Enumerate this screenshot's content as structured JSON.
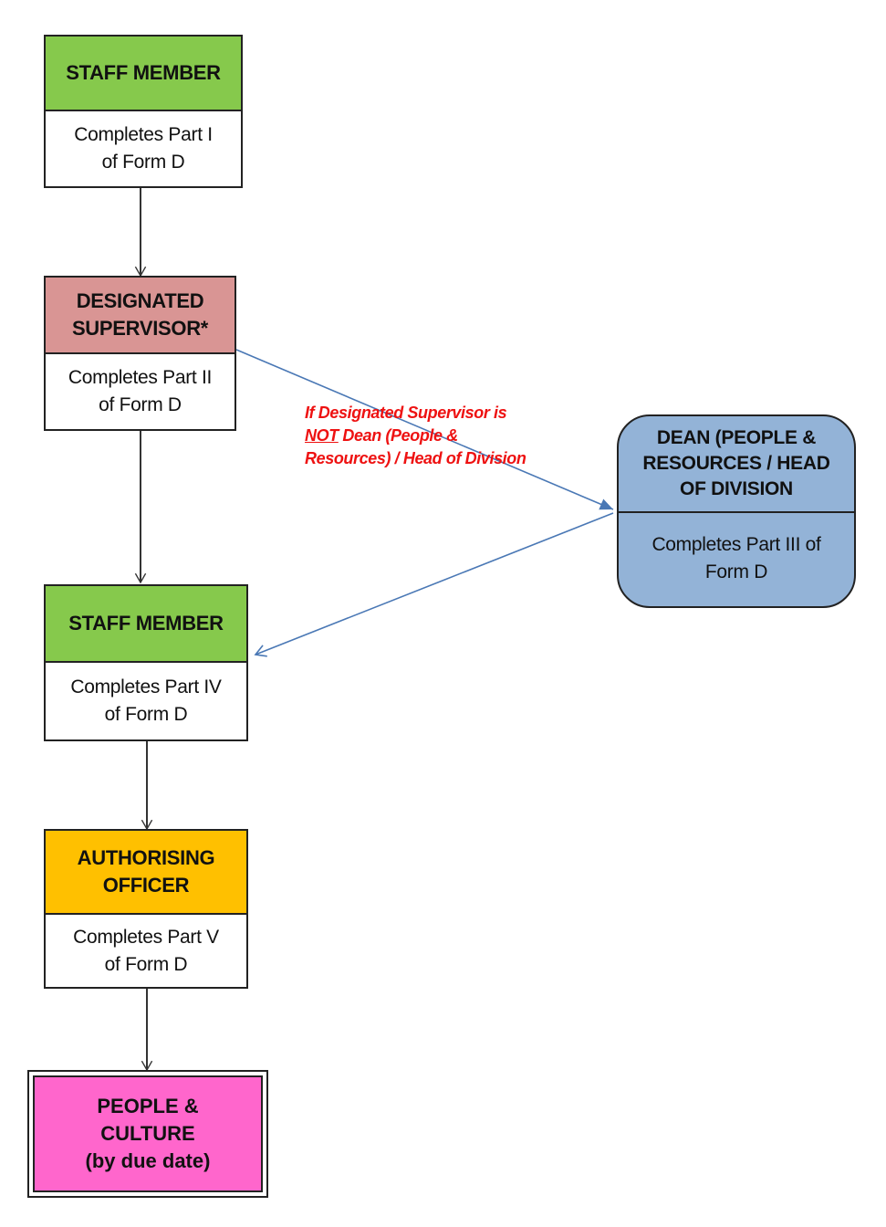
{
  "colors": {
    "staff_member": "#86c94c",
    "designated_supervisor": "#d99594",
    "dean": "#93b3d7",
    "authorising_officer": "#ffc000",
    "people_culture": "#ff66cc",
    "note_text": "#ee1111",
    "conditional_arrow": "#4a78b5",
    "main_arrow": "#333333"
  },
  "nodes": {
    "staff_member_1": {
      "title": "STAFF MEMBER",
      "action": "Completes Part I\nof Form D"
    },
    "designated_supervisor": {
      "title": "DESIGNATED\nSUPERVISOR*",
      "action": "Completes Part II\nof Form D"
    },
    "dean": {
      "title": "DEAN (PEOPLE &\nRESOURCES / HEAD\nOF DIVISION",
      "action": "Completes Part III of\nForm D"
    },
    "staff_member_2": {
      "title": "STAFF MEMBER",
      "action": "Completes Part IV\nof Form D"
    },
    "authorising_officer": {
      "title": "AUTHORISING\nOFFICER",
      "action": "Completes Part V\nof Form D"
    },
    "people_culture": {
      "title": "PEOPLE &\nCULTURE\n(by due date)"
    }
  },
  "condition_note": {
    "line1": "If Designated Supervisor is",
    "line2_underlined": "NOT",
    "line2_rest": " Dean (People &",
    "line3": "Resources) / Head of Division"
  }
}
